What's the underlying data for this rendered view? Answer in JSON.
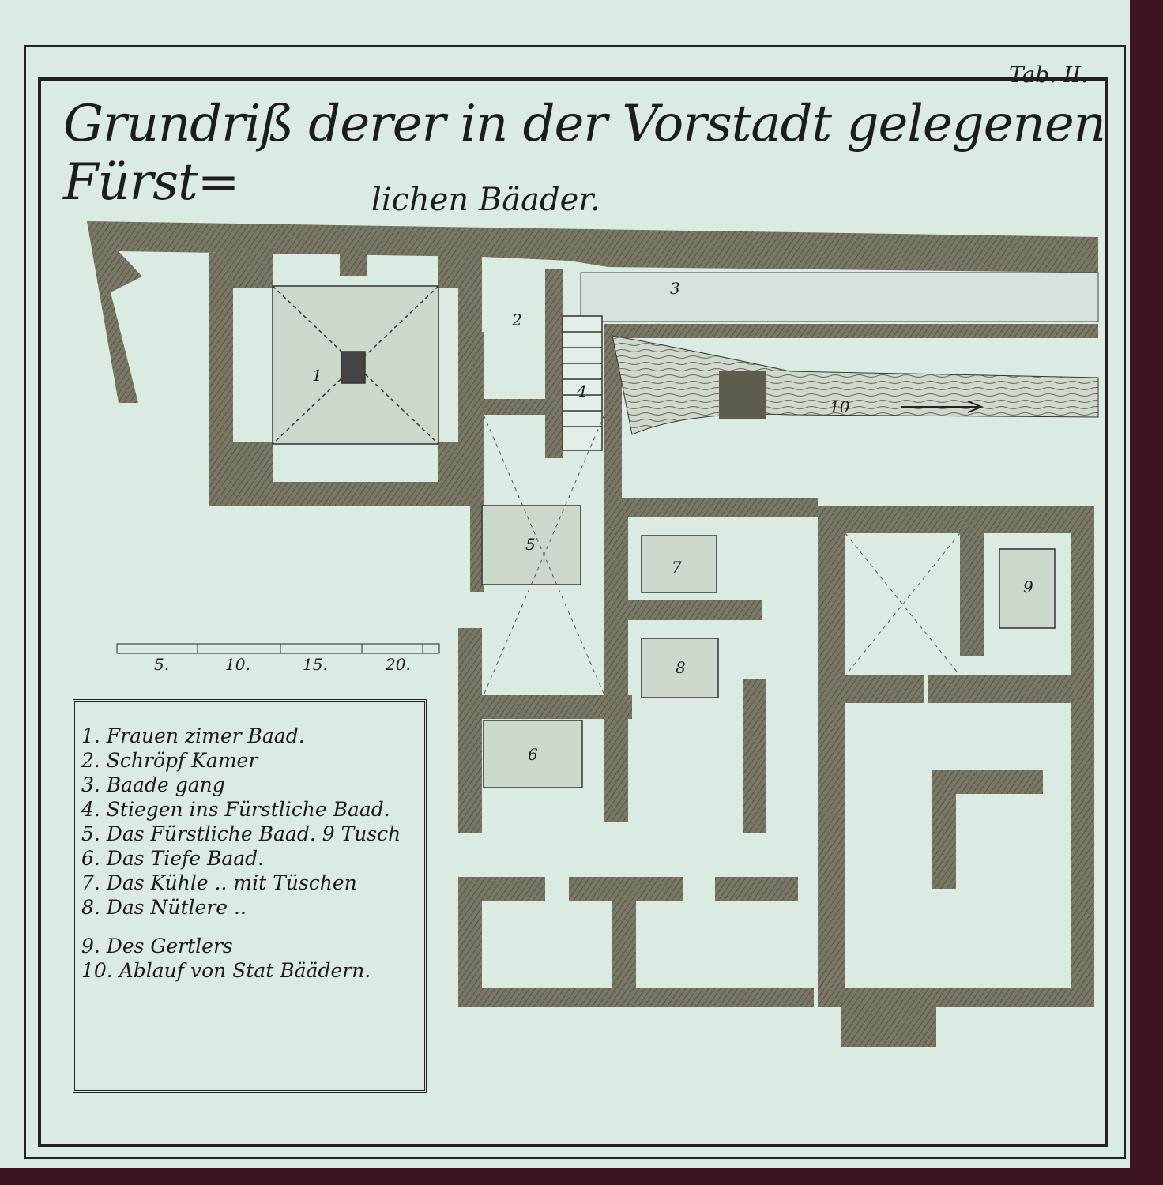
{
  "title": {
    "line1": "Grundriß derer in der Vorstadt gelegenen Fürst=",
    "line2": "lichen Bäader."
  },
  "tab_label": "Tab. II.",
  "legend": [
    "1. Frauen zimer Baad.",
    "2. Schröpf Kamer",
    "3. Baade gang",
    "4. Stiegen ins Fürstliche Baad.",
    "5. Das Fürstliche Baad. 9 Tusch",
    "6. Das Tiefe Baad.",
    "7. Das Kühle ..      mit Tüschen",
    "8. Das Nütlere ..",
    "9. Des Gertlers",
    "10. Ablauf von Stat Bäädern."
  ],
  "room_numbers": [
    "1",
    "2",
    "3",
    "4",
    "5",
    "6",
    "7",
    "8",
    "9",
    "10"
  ],
  "scale": {
    "ticks": [
      "5.",
      "10.",
      "15.",
      "20."
    ]
  },
  "colors": {
    "paper": "#dcebe2",
    "wall": "#6e6c5a",
    "ink": "#1c1c18",
    "water": "#c9d3c6"
  }
}
